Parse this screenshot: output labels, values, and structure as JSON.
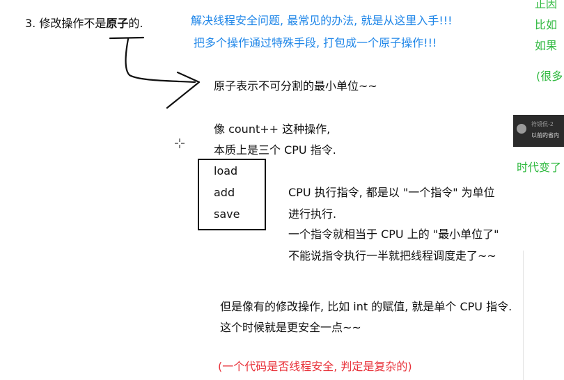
{
  "heading": {
    "prefix": "3. 修改操作不是",
    "bold": "原子",
    "suffix": "的."
  },
  "blue_notes": [
    "解决线程安全问题, 最常见的办法, 就是从这里入手!!!",
    "把多个操作通过特殊手段, 打包成一个原子操作!!!"
  ],
  "definition": "原子表示不可分割的最小单位~~",
  "example": [
    "像 count++ 这种操作,",
    "本质上是三个 CPU 指令."
  ],
  "instructions": [
    "load",
    "add",
    "save"
  ],
  "cpu_notes": [
    "CPU 执行指令, 都是以 \"一个指令\" 为单位",
    "进行执行.",
    "一个指令就相当于 CPU 上的 \"最小单位了\"",
    "不能说指令执行一半就把线程调度走了~~"
  ],
  "assignment_notes": [
    "但是像有的修改操作, 比如 int 的赋值, 就是单个 CPU 指令.",
    "这个时候就是更安全一点~~"
  ],
  "red_note": "(一个代码是否线程安全, 判定是复杂的)",
  "right_edge": {
    "green_lines": [
      "正因",
      "比如",
      "如果",
      "(很多",
      "时代变了"
    ]
  },
  "thumbnail": {
    "line1": "符镜侃-2",
    "line2": "以前的省内"
  },
  "colors": {
    "blue": "#1f86e8",
    "green": "#2fb93f",
    "red": "#e8323a"
  },
  "icons": {
    "cursor": "crosshair-cursor-icon",
    "arrow": "hand-drawn-arrow-icon"
  }
}
